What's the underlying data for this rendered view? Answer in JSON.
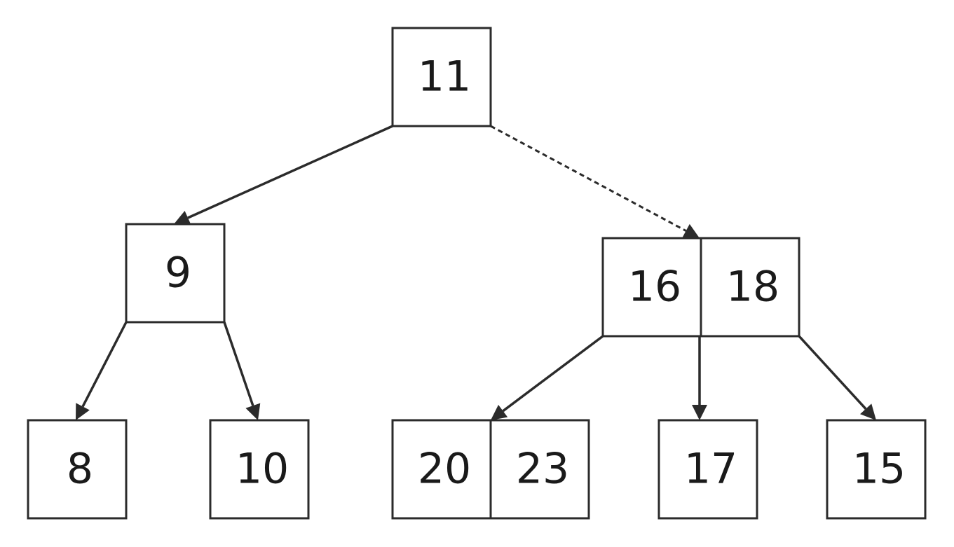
{
  "tree": {
    "nodes": [
      {
        "id": "root",
        "keys": [
          "11"
        ]
      },
      {
        "id": "left",
        "keys": [
          "9"
        ]
      },
      {
        "id": "right",
        "keys": [
          "16",
          "18"
        ]
      },
      {
        "id": "leaf-a",
        "keys": [
          "8"
        ]
      },
      {
        "id": "leaf-b",
        "keys": [
          "10"
        ]
      },
      {
        "id": "leaf-c",
        "keys": [
          "20",
          "23"
        ]
      },
      {
        "id": "leaf-d",
        "keys": [
          "17"
        ]
      },
      {
        "id": "leaf-e",
        "keys": [
          "15"
        ]
      }
    ],
    "edges": [
      {
        "from": "root",
        "to": "left",
        "style": "solid"
      },
      {
        "from": "root",
        "to": "right",
        "style": "dashed"
      },
      {
        "from": "left",
        "to": "leaf-a",
        "style": "solid"
      },
      {
        "from": "left",
        "to": "leaf-b",
        "style": "solid"
      },
      {
        "from": "right",
        "to": "leaf-c",
        "style": "solid"
      },
      {
        "from": "right",
        "to": "leaf-d",
        "style": "solid"
      },
      {
        "from": "right",
        "to": "leaf-e",
        "style": "solid"
      }
    ]
  },
  "colors": {
    "stroke": "#2b2b2b",
    "text": "#1a1a1a",
    "background": "#ffffff"
  }
}
